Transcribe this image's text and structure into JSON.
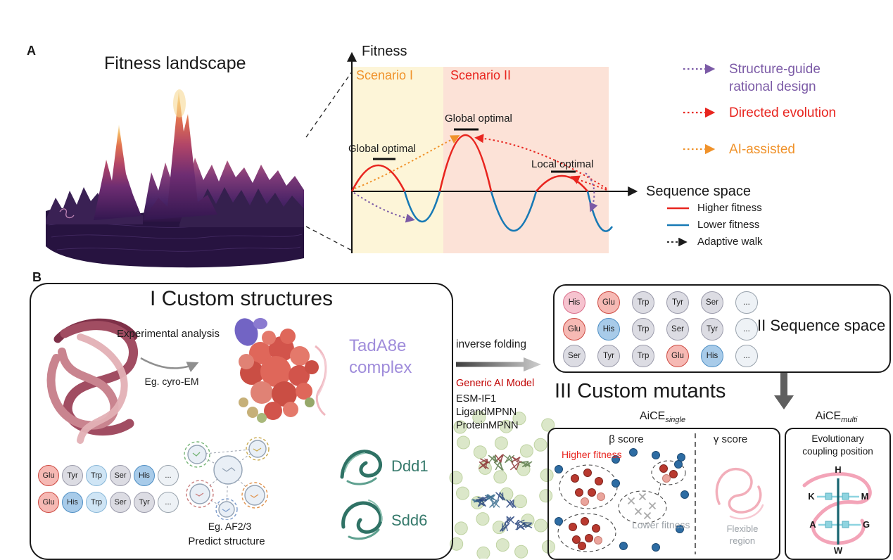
{
  "colors": {
    "orange": "#f0922a",
    "red": "#e8251f",
    "purple": "#7b5aa6",
    "blue": "#1779b5",
    "dark_red": "#c00000",
    "teal": "#35796b",
    "tada_purple": "#a08ddb",
    "gray_text": "#9aa0a6"
  },
  "aa_palette": {
    "red": "#f6b9b4",
    "pink": "#f6c3cf",
    "blue": "#a8cbe9",
    "lightblue": "#cfe5f5",
    "gray": "#dcdce3",
    "plain": "#eef2f6"
  },
  "panelA": {
    "label": "A",
    "landscape_title": "Fitness landscape",
    "plot": {
      "y_axis_label": "Fitness",
      "x_axis_label": "Sequence space",
      "scenario1_label": "Scenario I",
      "scenario2_label": "Scenario II",
      "peak1_label": "Global optimal",
      "peak2_label": "Global optimal",
      "peak3_label": "Local optimal"
    },
    "method_legend": [
      {
        "label": "Structure-guide rational design",
        "color": "#7b5aa6"
      },
      {
        "label": "Directed evolution",
        "color": "#e8251f"
      },
      {
        "label": "AI-assisted",
        "color": "#f0922a"
      }
    ],
    "line_legend": [
      {
        "label": "Higher fitness",
        "color": "#e8251f"
      },
      {
        "label": "Lower fitness",
        "color": "#1779b5"
      },
      {
        "label": "Adaptive walk",
        "color": "#1a1a1a"
      }
    ]
  },
  "panelB": {
    "label": "B",
    "custom_structures": {
      "title": "I Custom structures",
      "experimental_label": "Experimental analysis",
      "cryo_label": "Eg. cyro-EM",
      "tada_label_line1": "TadA8e",
      "tada_label_line2": "complex",
      "af_label": "Eg. AF2/3",
      "predict_label": "Predict structure",
      "ddd1_label": "Ddd1",
      "sdd6_label": "Sdd6",
      "aa_rows": [
        [
          {
            "label": "Glu",
            "color": "red"
          },
          {
            "label": "Tyr",
            "color": "gray"
          },
          {
            "label": "Trp",
            "color": "lightblue"
          },
          {
            "label": "Ser",
            "color": "gray"
          },
          {
            "label": "His",
            "color": "blue"
          },
          {
            "label": "...",
            "color": "plain"
          }
        ],
        [
          {
            "label": "Glu",
            "color": "red"
          },
          {
            "label": "His",
            "color": "blue"
          },
          {
            "label": "Trp",
            "color": "lightblue"
          },
          {
            "label": "Ser",
            "color": "gray"
          },
          {
            "label": "Tyr",
            "color": "gray"
          },
          {
            "label": "...",
            "color": "plain"
          }
        ]
      ]
    },
    "inverse_folding": {
      "arrow_label": "inverse folding",
      "model_heading": "Generic AI Model",
      "models": [
        "ESM-IF1",
        "LigandMPNN",
        "ProteinMPNN"
      ]
    },
    "sequence_space": {
      "title": "II Sequence space",
      "aa_rows": [
        [
          {
            "label": "His",
            "color": "pink"
          },
          {
            "label": "Glu",
            "color": "red"
          },
          {
            "label": "Trp",
            "color": "gray"
          },
          {
            "label": "Tyr",
            "color": "gray"
          },
          {
            "label": "Ser",
            "color": "gray"
          },
          {
            "label": "...",
            "color": "plain"
          }
        ],
        [
          {
            "label": "Glu",
            "color": "red"
          },
          {
            "label": "His",
            "color": "blue"
          },
          {
            "label": "Trp",
            "color": "gray"
          },
          {
            "label": "Ser",
            "color": "gray"
          },
          {
            "label": "Tyr",
            "color": "gray"
          },
          {
            "label": "...",
            "color": "plain"
          }
        ],
        [
          {
            "label": "Ser",
            "color": "gray"
          },
          {
            "label": "Tyr",
            "color": "gray"
          },
          {
            "label": "Trp",
            "color": "gray"
          },
          {
            "label": "Glu",
            "color": "red"
          },
          {
            "label": "His",
            "color": "blue"
          },
          {
            "label": "...",
            "color": "plain"
          }
        ]
      ]
    },
    "custom_mutants": {
      "title": "III Custom mutants",
      "aice_single": {
        "name": "AiCE",
        "subscript": "single"
      },
      "aice_multi": {
        "name": "AiCE",
        "subscript": "multi"
      },
      "beta_label": "β score",
      "gamma_label": "γ score",
      "higher_label": "Higher fitness",
      "lower_label": "Lower fitness",
      "flexible_label_line1": "Flexible",
      "flexible_label_line2": "region",
      "coupling_label_line1": "Evolutionary",
      "coupling_label_line2": "coupling position",
      "residues": [
        "H",
        "K",
        "M",
        "A",
        "G",
        "W"
      ]
    }
  }
}
